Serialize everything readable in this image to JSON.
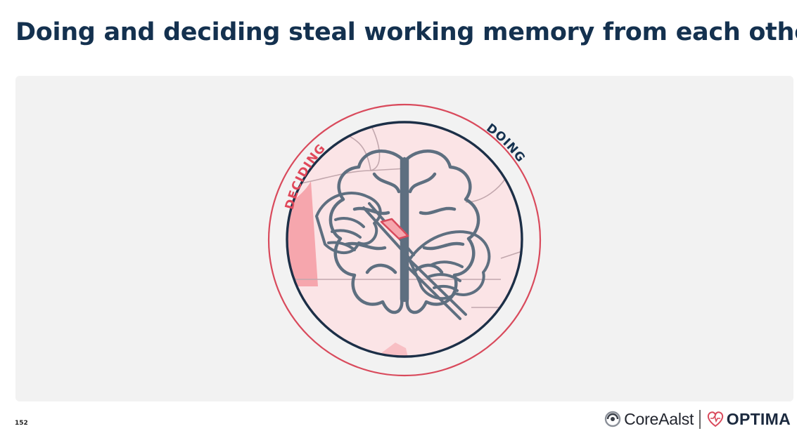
{
  "slide": {
    "title": "Doing and deciding steal working memory from each other",
    "page_number": "152"
  },
  "illustration": {
    "label_deciding": "DECIDING",
    "label_doing": "DOING",
    "icons": [
      "brain-icon",
      "left-hand-pen-icon",
      "right-hand-pen-icon"
    ]
  },
  "footer": {
    "logo_primary": "CoreAalst",
    "logo_secondary": "OPTIMA"
  },
  "colors": {
    "title": "#14314f",
    "deciding": "#e0485a",
    "doing": "#14314f",
    "ring_outer": "#d94a5c",
    "ring_inner": "#1c2f47",
    "circle_fill": "#fbe4e6",
    "accent_fill": "#f6a6ad",
    "line_art": "#5e6f80",
    "panel_bg": "#f2f2f2"
  }
}
